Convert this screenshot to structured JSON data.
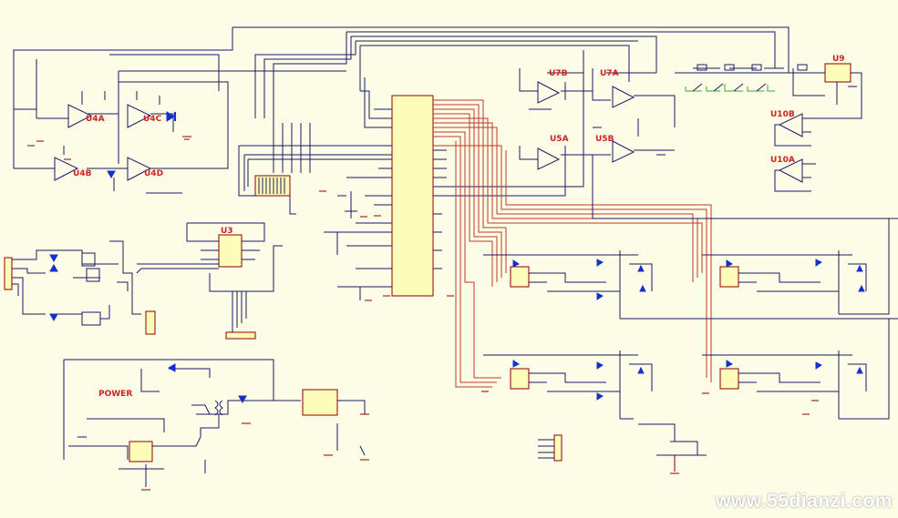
{
  "labels": {
    "u4a": "U4A",
    "u4b": "U4B",
    "u4c": "U4C",
    "u4d": "U4D",
    "u7b": "U7B",
    "u7a": "U7A",
    "u5b": "U5B",
    "u5a": "U5A",
    "u9": "U9",
    "u10b": "U10B",
    "u10a": "U10A",
    "u3": "U3",
    "power": "POWER"
  },
  "watermark": "www.55dianzi.com",
  "colors": {
    "background": "#fdfce6",
    "wire": "#1a1a66",
    "bus": "#c0392b",
    "label": "#cc2222",
    "chip": "#fdfcb8"
  }
}
